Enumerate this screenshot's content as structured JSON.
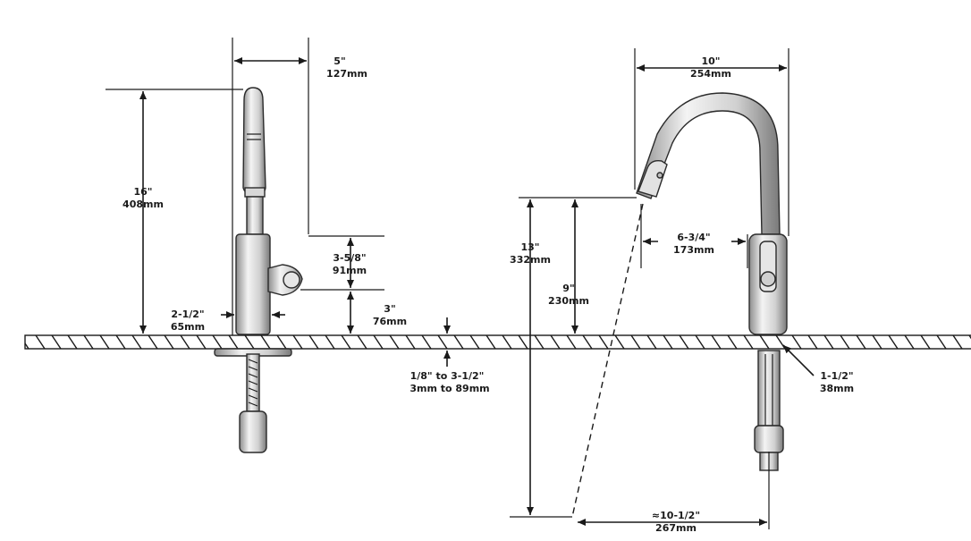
{
  "colors": {
    "line": "#1a1a1a",
    "chrome_light": "#f2f2f2",
    "chrome_mid": "#c9c9c9",
    "chrome_dark": "#7a7a7a"
  },
  "dimensions": {
    "left_spout_reach": {
      "imperial": "5\"",
      "metric": "127mm"
    },
    "left_total_height": {
      "imperial": "16\"",
      "metric": "408mm"
    },
    "left_handle_height": {
      "imperial": "3-5/8\"",
      "metric": "91mm"
    },
    "left_handle_base": {
      "imperial": "3\"",
      "metric": "76mm"
    },
    "left_base_diameter": {
      "imperial": "2-1/2\"",
      "metric": "65mm"
    },
    "deck_thickness": {
      "imperial": "1/8\" to 3-1/2\"",
      "metric": "3mm to 89mm"
    },
    "right_spout_reach": {
      "imperial": "10\"",
      "metric": "254mm"
    },
    "right_spout_height": {
      "imperial": "13\"",
      "metric": "332mm"
    },
    "right_outlet_height": {
      "imperial": "9\"",
      "metric": "230mm"
    },
    "right_outlet_offset": {
      "imperial": "6-3/4\"",
      "metric": "173mm"
    },
    "right_base_diameter": {
      "imperial": "1-1/2\"",
      "metric": "38mm"
    },
    "right_pulldown_reach": {
      "imperial": "≈10-1/2\"",
      "metric": "267mm"
    }
  }
}
